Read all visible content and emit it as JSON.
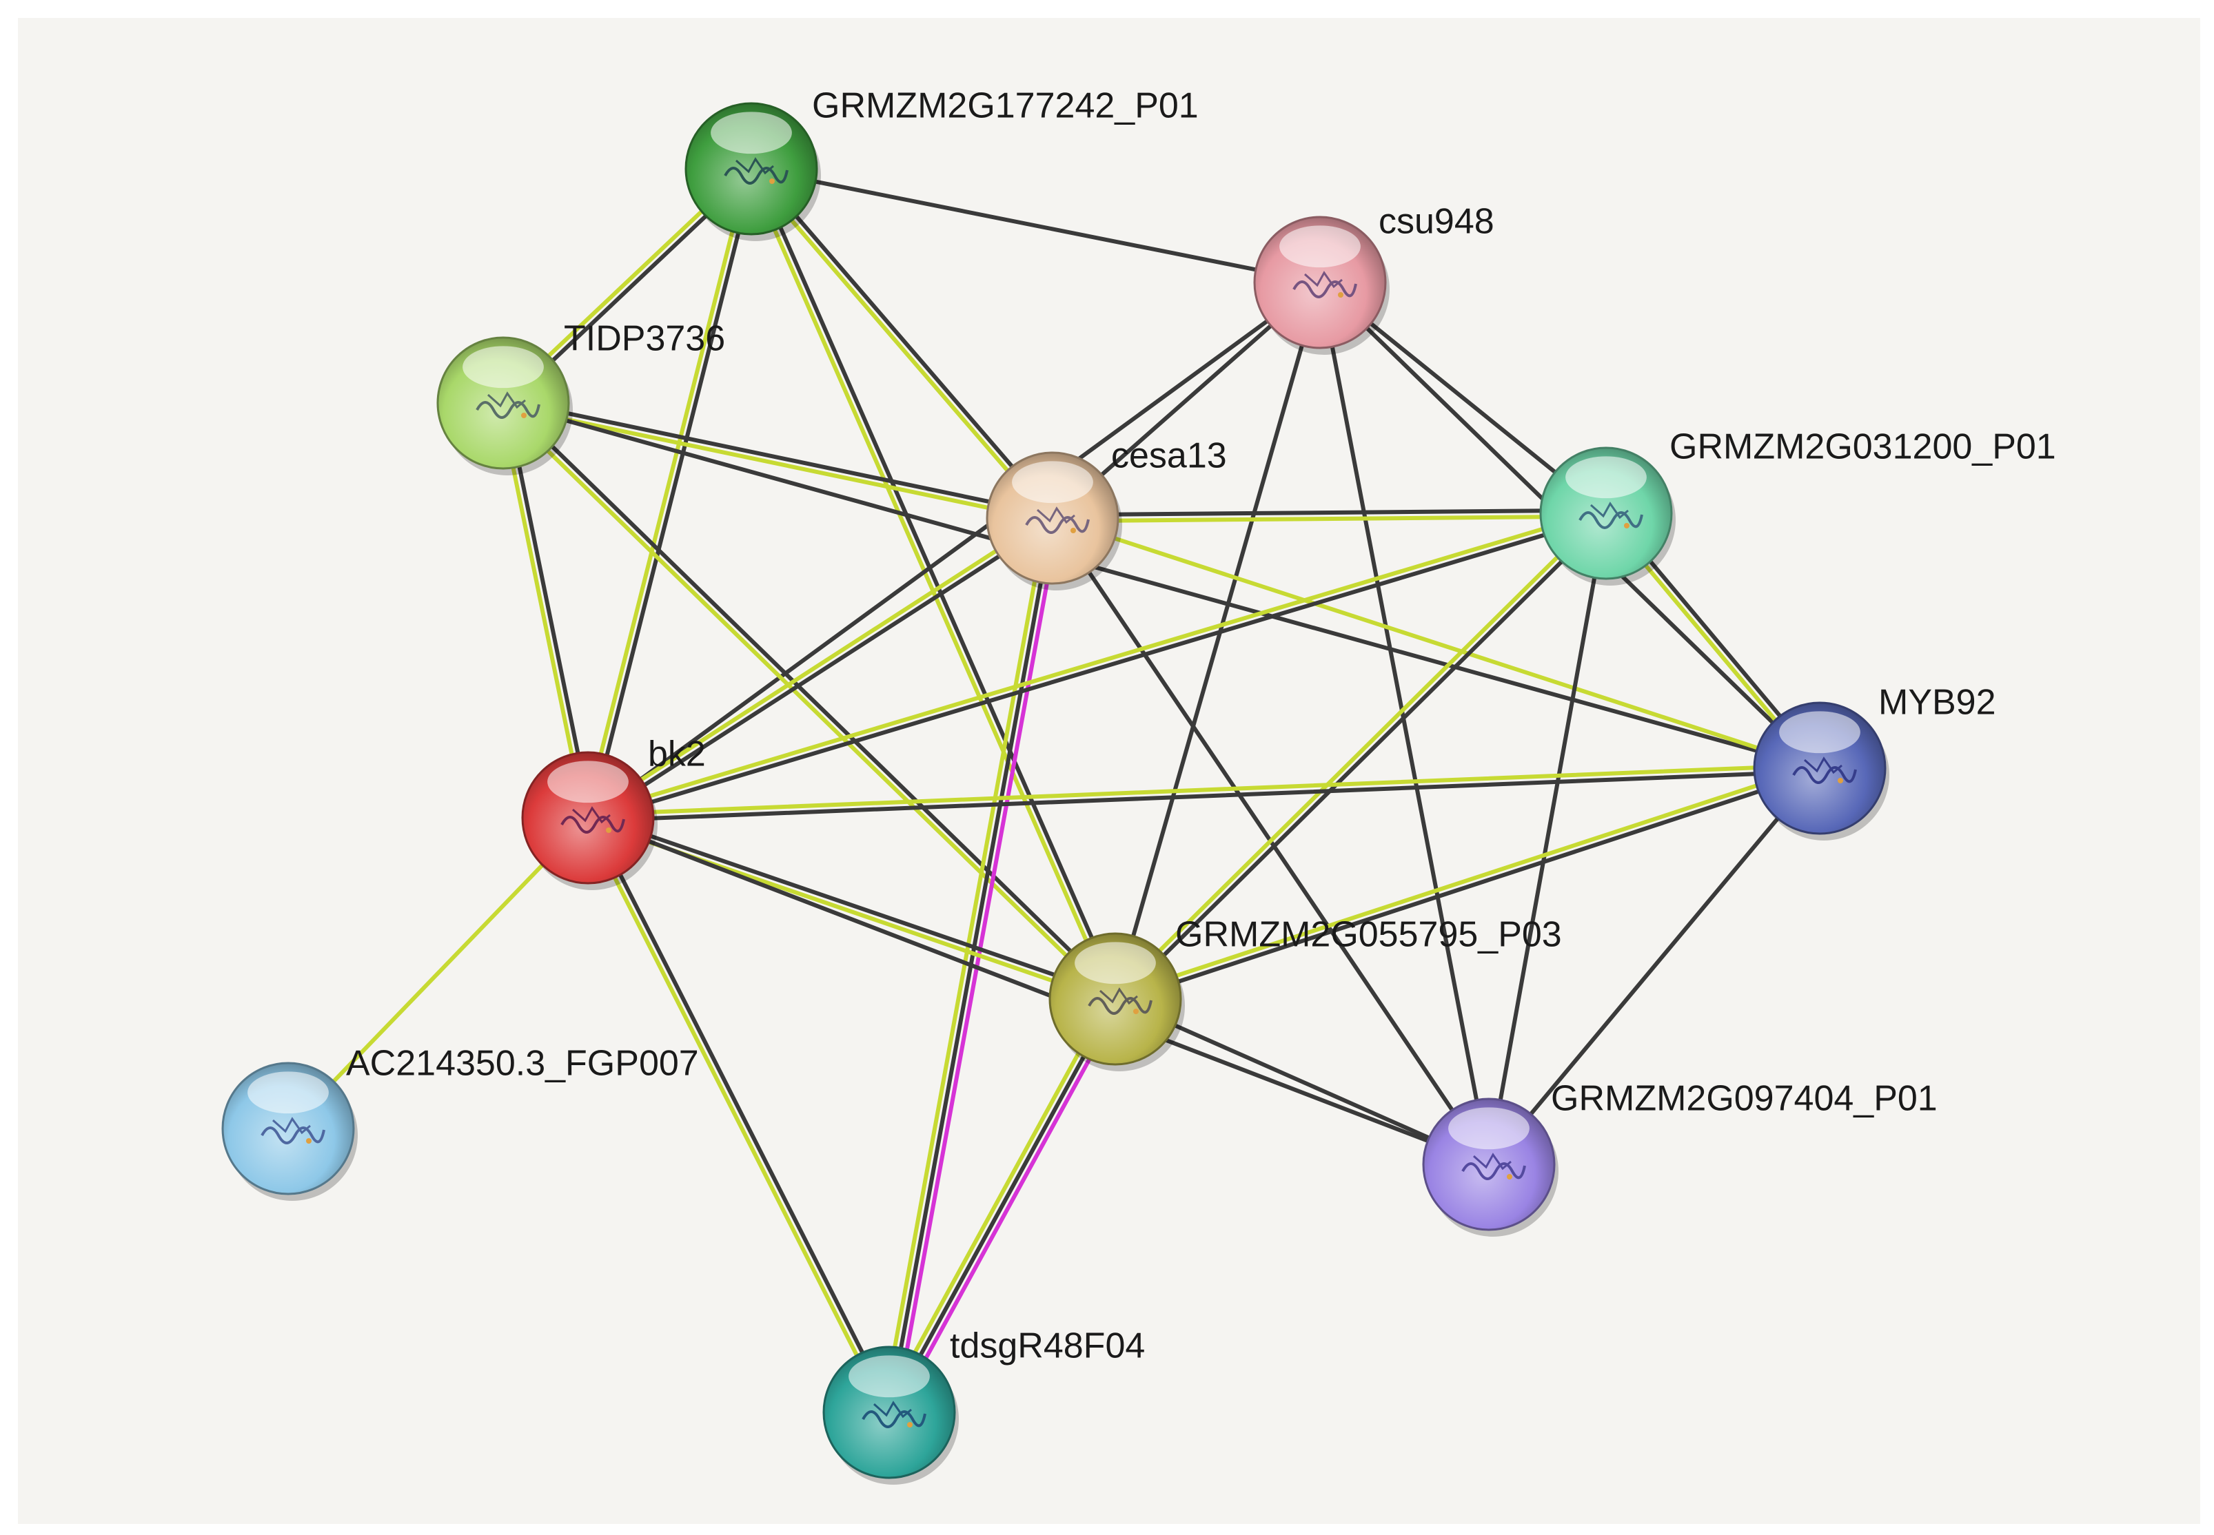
{
  "colors": {
    "panel_background": "#f5f4f1",
    "edge_black": "#3a3a3a",
    "edge_yellow": "#c7da33",
    "edge_magenta": "#d633d6"
  },
  "nodes": [
    {
      "id": "GRMZM2G177242_P01",
      "label": "GRMZM2G177242_P01",
      "color": "#3f9e3f",
      "icon": "protein-structure-icon"
    },
    {
      "id": "csu948",
      "label": "csu948",
      "color": "#e79aa3",
      "icon": "protein-structure-icon"
    },
    {
      "id": "TIDP3736",
      "label": "TIDP3736",
      "color": "#a9d86a",
      "icon": "protein-structure-icon"
    },
    {
      "id": "cesa13",
      "label": "cesa13",
      "color": "#e9c49e",
      "icon": "protein-structure-icon"
    },
    {
      "id": "GRMZM2G031200_P01",
      "label": "GRMZM2G031200_P01",
      "color": "#6fd6a9",
      "icon": "protein-structure-icon"
    },
    {
      "id": "MYB92",
      "label": "MYB92",
      "color": "#5868b8",
      "icon": "protein-structure-icon"
    },
    {
      "id": "bk2",
      "label": "bk2",
      "color": "#dc3b3b",
      "icon": "protein-structure-icon"
    },
    {
      "id": "GRMZM2G055795_P03",
      "label": "GRMZM2G055795_P03",
      "color": "#b8b44a",
      "icon": "protein-structure-icon"
    },
    {
      "id": "AC214350.3_FGP007",
      "label": "AC214350.3_FGP007",
      "color": "#8ec8e8",
      "icon": "protein-structure-icon"
    },
    {
      "id": "GRMZM2G097404_P01",
      "label": "GRMZM2G097404_P01",
      "color": "#9a84e4",
      "icon": "protein-structure-icon"
    },
    {
      "id": "tdsgR48F04",
      "label": "tdsgR48F04",
      "color": "#2ea59a",
      "icon": "protein-structure-icon"
    }
  ],
  "edges": [
    {
      "source": "GRMZM2G177242_P01",
      "target": "csu948",
      "types": [
        "black"
      ]
    },
    {
      "source": "GRMZM2G177242_P01",
      "target": "TIDP3736",
      "types": [
        "black",
        "yellow"
      ]
    },
    {
      "source": "GRMZM2G177242_P01",
      "target": "cesa13",
      "types": [
        "black",
        "yellow"
      ]
    },
    {
      "source": "GRMZM2G177242_P01",
      "target": "bk2",
      "types": [
        "black",
        "yellow"
      ]
    },
    {
      "source": "GRMZM2G177242_P01",
      "target": "GRMZM2G055795_P03",
      "types": [
        "black",
        "yellow"
      ]
    },
    {
      "source": "csu948",
      "target": "cesa13",
      "types": [
        "black"
      ]
    },
    {
      "source": "csu948",
      "target": "GRMZM2G031200_P01",
      "types": [
        "black"
      ]
    },
    {
      "source": "csu948",
      "target": "MYB92",
      "types": [
        "black"
      ]
    },
    {
      "source": "csu948",
      "target": "GRMZM2G055795_P03",
      "types": [
        "black"
      ]
    },
    {
      "source": "csu948",
      "target": "GRMZM2G097404_P01",
      "types": [
        "black"
      ]
    },
    {
      "source": "csu948",
      "target": "bk2",
      "types": [
        "black"
      ]
    },
    {
      "source": "TIDP3736",
      "target": "cesa13",
      "types": [
        "black",
        "yellow"
      ]
    },
    {
      "source": "TIDP3736",
      "target": "bk2",
      "types": [
        "black",
        "yellow"
      ]
    },
    {
      "source": "TIDP3736",
      "target": "GRMZM2G055795_P03",
      "types": [
        "black",
        "yellow"
      ]
    },
    {
      "source": "TIDP3736",
      "target": "MYB92",
      "types": [
        "black"
      ]
    },
    {
      "source": "cesa13",
      "target": "GRMZM2G031200_P01",
      "types": [
        "black",
        "yellow"
      ]
    },
    {
      "source": "cesa13",
      "target": "MYB92",
      "types": [
        "yellow"
      ]
    },
    {
      "source": "cesa13",
      "target": "bk2",
      "types": [
        "black",
        "yellow"
      ]
    },
    {
      "source": "cesa13",
      "target": "tdsgR48F04",
      "types": [
        "magenta",
        "black",
        "yellow"
      ]
    },
    {
      "source": "cesa13",
      "target": "GRMZM2G097404_P01",
      "types": [
        "black"
      ]
    },
    {
      "source": "GRMZM2G031200_P01",
      "target": "MYB92",
      "types": [
        "black",
        "yellow"
      ]
    },
    {
      "source": "GRMZM2G031200_P01",
      "target": "bk2",
      "types": [
        "black",
        "yellow"
      ]
    },
    {
      "source": "GRMZM2G031200_P01",
      "target": "GRMZM2G055795_P03",
      "types": [
        "black",
        "yellow"
      ]
    },
    {
      "source": "GRMZM2G031200_P01",
      "target": "GRMZM2G097404_P01",
      "types": [
        "black"
      ]
    },
    {
      "source": "MYB92",
      "target": "bk2",
      "types": [
        "black",
        "yellow"
      ]
    },
    {
      "source": "MYB92",
      "target": "GRMZM2G055795_P03",
      "types": [
        "black",
        "yellow"
      ]
    },
    {
      "source": "MYB92",
      "target": "GRMZM2G097404_P01",
      "types": [
        "black"
      ]
    },
    {
      "source": "bk2",
      "target": "GRMZM2G055795_P03",
      "types": [
        "black",
        "yellow"
      ]
    },
    {
      "source": "bk2",
      "target": "AC214350.3_FGP007",
      "types": [
        "yellow"
      ]
    },
    {
      "source": "bk2",
      "target": "tdsgR48F04",
      "types": [
        "black",
        "yellow"
      ]
    },
    {
      "source": "bk2",
      "target": "GRMZM2G097404_P01",
      "types": [
        "black"
      ]
    },
    {
      "source": "GRMZM2G055795_P03",
      "target": "GRMZM2G097404_P01",
      "types": [
        "black"
      ]
    },
    {
      "source": "GRMZM2G055795_P03",
      "target": "tdsgR48F04",
      "types": [
        "magenta",
        "black",
        "yellow"
      ]
    }
  ]
}
